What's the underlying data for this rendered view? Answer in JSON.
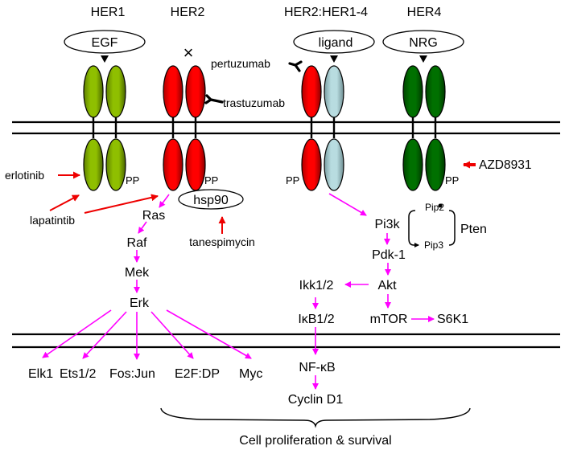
{
  "receptors": [
    {
      "id": "her1",
      "label": "HER1",
      "ligand": "EGF",
      "color": "green-yellow",
      "pp": "PP"
    },
    {
      "id": "her2",
      "label": "HER2",
      "ligand_blocked_symbol": "×",
      "color": "red",
      "pp": "PP"
    },
    {
      "id": "her2-her1-4",
      "label": "HER2:HER1-4",
      "ligand": "ligand",
      "color": "red + light-blue",
      "pp": "PP"
    },
    {
      "id": "her4",
      "label": "HER4",
      "ligand": "NRG",
      "color": "dark-green",
      "pp": "PP"
    }
  ],
  "colors": {
    "her1": "#8fbf00",
    "her2": "#ff0000",
    "partner": "#b8dce0",
    "her4": "#006a00",
    "activation_arrow": "#ff00ff",
    "drug_arrow": "#ee0000",
    "membrane": "#000000"
  },
  "drugs": {
    "pertuzumab": "pertuzumab",
    "trastuzumab": "trastuzumab",
    "erlotinib": "erlotinib",
    "lapatinib": "lapatintib",
    "tanespimycin": "tanespimycin",
    "azd8931": "AZD8931"
  },
  "chaperone": "hsp90",
  "mapk_pathway": [
    "Ras",
    "Raf",
    "Mek",
    "Erk"
  ],
  "transcription_factors": [
    "Elk1",
    "Ets1/2",
    "Fos:Jun",
    "E2F:DP",
    "Myc"
  ],
  "pi3k_pathway": {
    "pi3k": "Pi3k",
    "pdk1": "Pdk-1",
    "akt": "Akt",
    "mtor": "mTOR",
    "s6k1": "S6K1",
    "pip2": "Pip2",
    "pip3": "Pip3",
    "pten": "Pten"
  },
  "nfkb_pathway": {
    "ikk": "Ikk1/2",
    "ikb": "IκB1/2",
    "nfkb": "NF-κB",
    "cyclin": "Cyclin D1"
  },
  "outcome": "Cell proliferation & survival"
}
